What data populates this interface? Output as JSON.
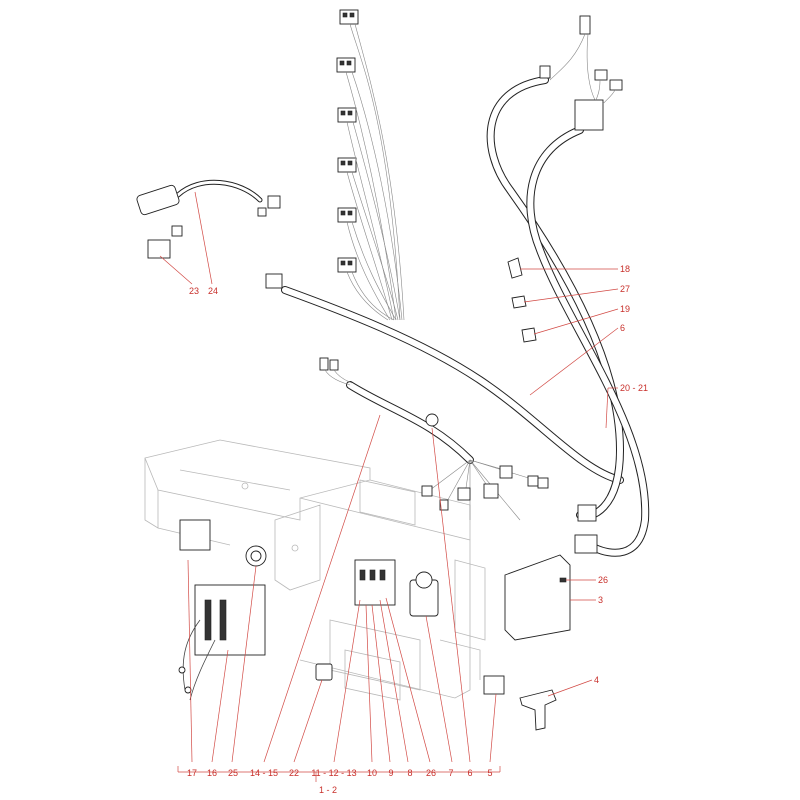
{
  "labels": {
    "l1": "17",
    "l2": "16",
    "l3": "25",
    "l4": "14 - 15",
    "l5": "22",
    "l6": "11 - 12 - 13",
    "l7": "10",
    "l8": "9",
    "l9": "8",
    "l10": "26",
    "l11": "7",
    "l12": "6",
    "l13": "5",
    "l14": "1 - 2",
    "l15": "23",
    "l16": "24",
    "l17": "18",
    "l18": "27",
    "l19": "19",
    "l20": "6",
    "l21": "20 - 21",
    "l22": "26",
    "l23": "3",
    "l24": "4"
  }
}
